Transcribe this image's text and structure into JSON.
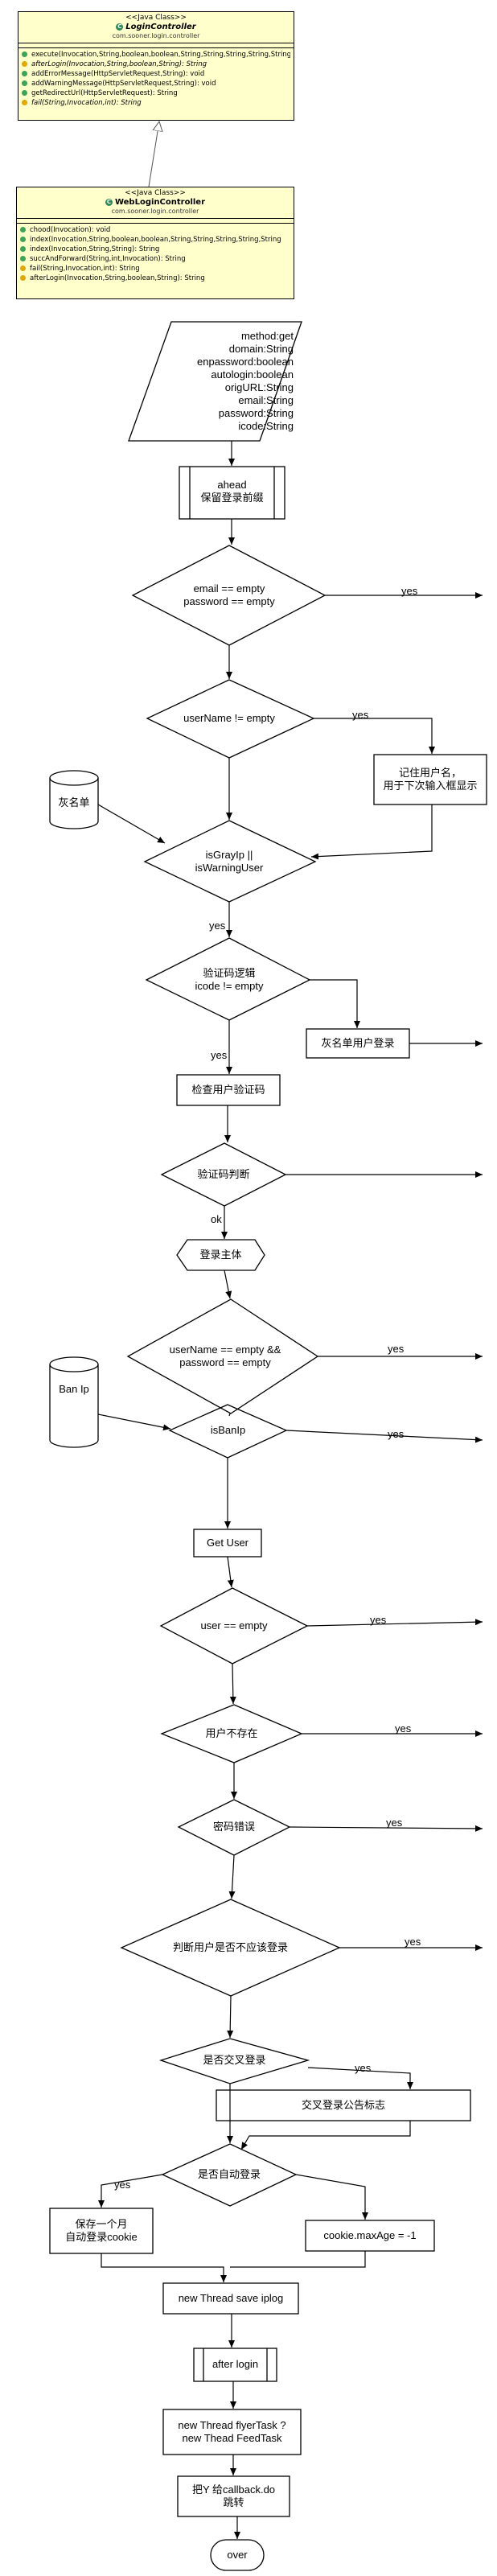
{
  "classes": [
    {
      "stereotype": "<<Java Class>>",
      "name": "LoginController",
      "package": "com.sooner.login.controller",
      "methods": [
        {
          "text": "execute(Invocation,String,boolean,boolean,String,String,String,String,String",
          "vis": "pub",
          "italic": false
        },
        {
          "text": "afterLogin(Invocation,String,boolean,String): String",
          "vis": "prot",
          "italic": true
        },
        {
          "text": "addErrorMessage(HttpServletRequest,String): void",
          "vis": "pub",
          "italic": false
        },
        {
          "text": "addWarningMessage(HttpServletRequest,String): void",
          "vis": "pub",
          "italic": false
        },
        {
          "text": "getRedirectUrl(HttpServletRequest): String",
          "vis": "pub",
          "italic": false
        },
        {
          "text": "fail(String,Invocation,int): String",
          "vis": "prot",
          "italic": true
        }
      ]
    },
    {
      "stereotype": "<<Java Class>>",
      "name": "WebLoginController",
      "package": "com.sooner.login.controller",
      "methods": [
        {
          "text": "chood(Invocation): void",
          "vis": "pub",
          "italic": false
        },
        {
          "text": "index(Invocation,String,boolean,boolean,String,String,String,String,String",
          "vis": "pub",
          "italic": false
        },
        {
          "text": "index(Invocation,String,String): String",
          "vis": "pub",
          "italic": false
        },
        {
          "text": "succAndForward(String,int,Invocation): String",
          "vis": "pub",
          "italic": false
        },
        {
          "text": "fail(String,Invocation,int): String",
          "vis": "prot",
          "italic": false
        },
        {
          "text": "afterLogin(Invocation,String,boolean,String): String",
          "vis": "prot",
          "italic": false
        }
      ]
    }
  ],
  "flow": {
    "params": [
      "method:get",
      "domain:String",
      "enpassword:boolean",
      "autologin:boolean",
      "origURL:String",
      "email:String",
      "password:String",
      "icode:String"
    ],
    "ahead": [
      "ahead",
      "保留登录前缀"
    ],
    "d_email_empty": [
      "email == empty",
      "password == empty"
    ],
    "d_username_notempty": "userName != empty",
    "remember_box": [
      "记住用户名，",
      "用于下次输入框显示"
    ],
    "db_greylist": "灰名单",
    "d_isgrayip": [
      "isGrayIp ||",
      "isWarningUser"
    ],
    "d_verify_logic": [
      "验证码逻辑",
      "icode != empty"
    ],
    "greylist_login": "灰名单用户登录",
    "check_code": "检查用户验证码",
    "d_code_judge": "验证码判断",
    "login_body": "登录主体",
    "d_username_pwd": [
      "userName == empty &&",
      "password == empty"
    ],
    "db_banip": "Ban Ip",
    "d_isbanip": "isBanIp",
    "get_user": "Get User",
    "d_user_empty": "user ==  empty",
    "d_user_notexist": "用户不存在",
    "d_pwd_error": "密码错误",
    "d_should_login": "判断用户是否不应该登录",
    "d_cross_login": "是否交叉登录",
    "cross_flag": "交叉登录公告标志",
    "d_auto_login": "是否自动登录",
    "save_cookie": [
      "保存一个月",
      "自动登录cookie"
    ],
    "cookie_maxage": "cookie.maxAge = -1",
    "save_iplog": "new Thread save iplog",
    "after_login": "after login",
    "flyer_task": [
      "new Thread flyerTask ?",
      "new Thead FeedTask"
    ],
    "callback": [
      "把Y 给callback.do",
      "跳转"
    ],
    "over": "over",
    "lbl_yes": "yes",
    "lbl_ok": "ok"
  }
}
